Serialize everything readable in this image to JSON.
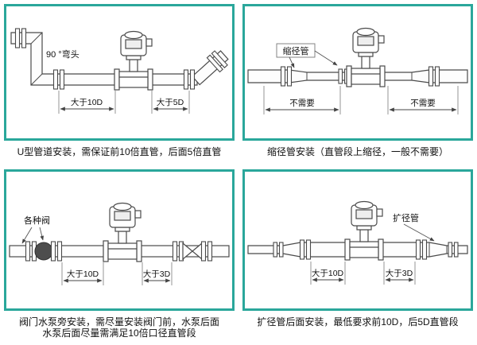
{
  "page": {
    "background": "#ffffff",
    "accent_border": "#2aa79b",
    "line_color": "#4a4a4a"
  },
  "panels": [
    {
      "id": "u-type",
      "callout": "90 °弯头",
      "dim_left": "大于10D",
      "dim_right": "大于5D",
      "caption": "U型管道安装，需保证前10倍直管，后面5倍直管"
    },
    {
      "id": "reducer",
      "callout": "缩径管",
      "dim_left": "不需要",
      "dim_right": "不需要",
      "caption": "缩径管安装（直管段上缩径，一般不需要）"
    },
    {
      "id": "valve-pump",
      "callout": "各种阀",
      "dim_left": "大于10D",
      "dim_right": "大于3D",
      "caption": "阀门水泵旁安装，需尽量安装阀门前，水泵后面",
      "caption2": "水泵后面尽量需满足10倍口径直管段"
    },
    {
      "id": "expander",
      "callout": "扩径管",
      "dim_left": "大于10D",
      "dim_right": "大于3D",
      "caption": "扩径管后面安装，最低要求前10D，后5D直管段"
    }
  ]
}
